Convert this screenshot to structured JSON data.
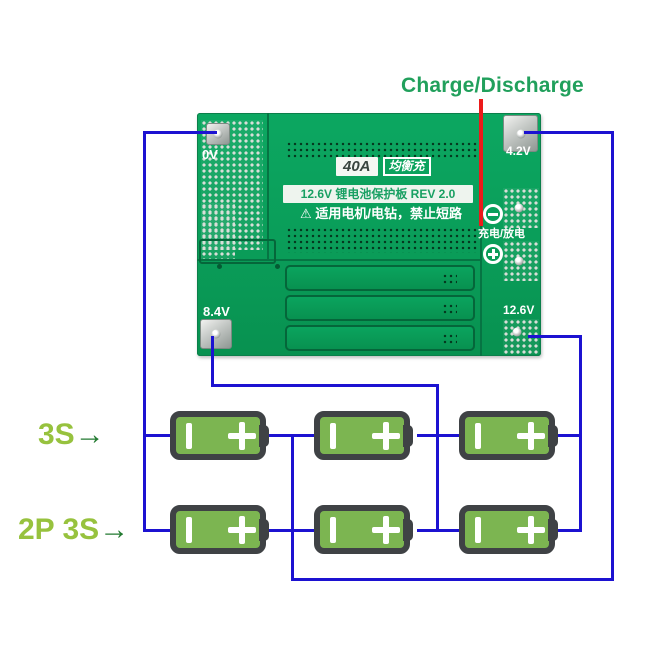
{
  "title": {
    "charge_discharge": "Charge/Discharge"
  },
  "board": {
    "current_badge": "40A",
    "balance_badge": "均衡充",
    "model_line": "12.6V 锂电池保护板 REV 2.0",
    "warning_icon": "⚠",
    "warning_line": "适用电机/电钻，禁止短路",
    "charge_discharge_silk": "充电/放电",
    "pad_labels": {
      "p0v": "0V",
      "p4v2": "4.2V",
      "p8v4": "8.4V",
      "p12v6": "12.6V"
    }
  },
  "pack_labels": {
    "series": "3S",
    "series_arrow": "→",
    "parallel": "2P 3S",
    "parallel_arrow": "→"
  },
  "colors": {
    "pcb_green": "#0a9d59",
    "battery_green": "#7cb551",
    "battery_border": "#3f4245",
    "wire_blue": "#1c12d1",
    "indicator_red": "#ec1a1a",
    "title_green": "#21a05c",
    "pack_label_green": "#97c23e",
    "arrow_green": "#237a31"
  }
}
